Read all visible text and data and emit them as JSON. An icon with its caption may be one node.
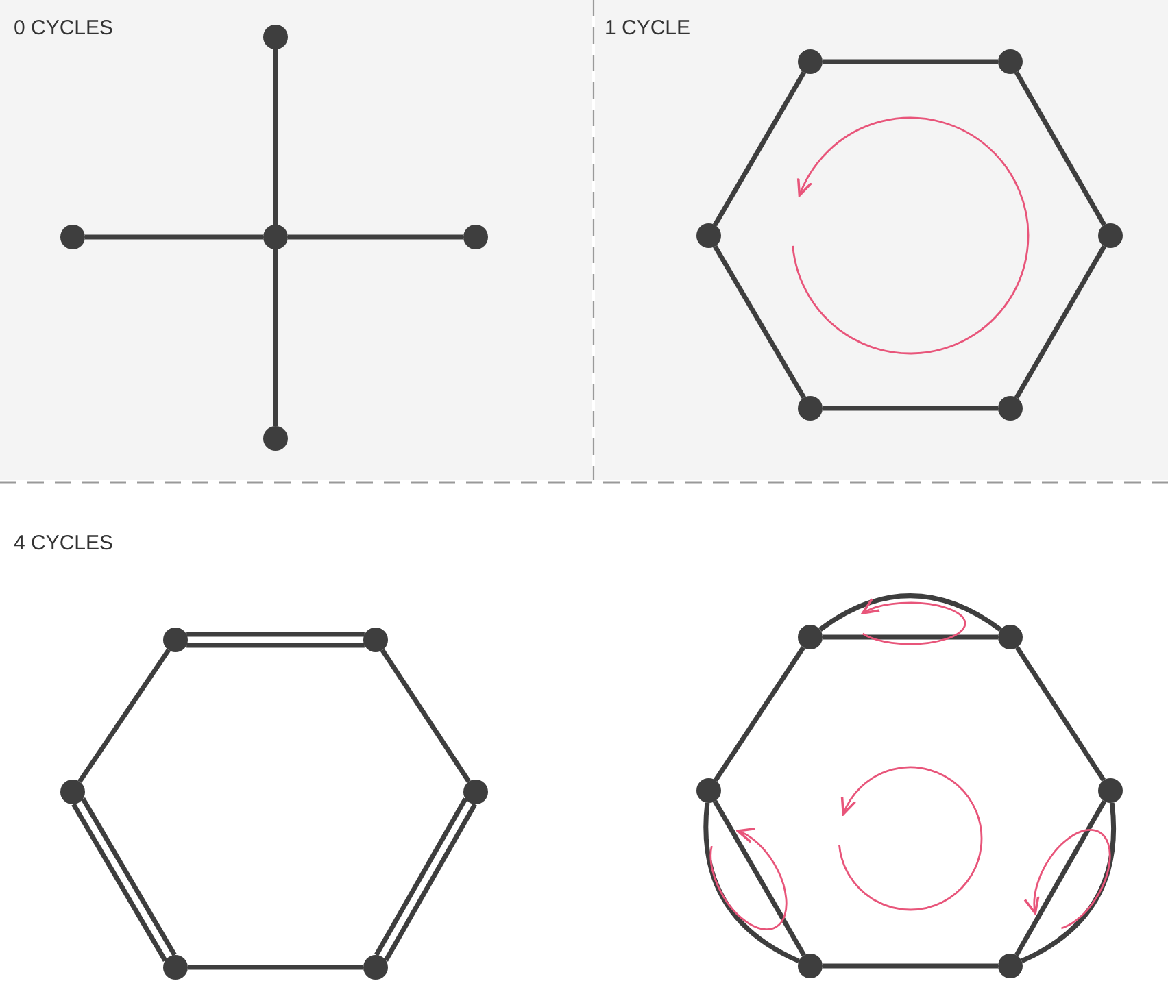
{
  "diagram": {
    "nodes": [
      {
        "text": [],
        "shape": "circle"
      },
      {
        "text": [],
        "shape": "circle"
      },
      {
        "text": [],
        "shape": "circle"
      },
      {
        "text": [],
        "shape": "circle"
      },
      {
        "text": [],
        "shape": "circle"
      },
      {
        "text": [],
        "shape": "circle"
      },
      {
        "text": [],
        "shape": "circle"
      },
      {
        "text": [],
        "shape": "circle"
      },
      {
        "text": [],
        "shape": "circle"
      },
      {
        "text": [],
        "shape": "circle"
      },
      {
        "text": [],
        "shape": "circle"
      },
      {
        "text": [],
        "shape": "circle"
      },
      {
        "text": [],
        "shape": "circle"
      },
      {
        "text": [],
        "shape": "circle"
      },
      {
        "text": [],
        "shape": "circle"
      },
      {
        "text": [],
        "shape": "circle"
      },
      {
        "text": [],
        "shape": "circle"
      },
      {
        "text": [],
        "shape": "circle"
      },
      {
        "text": [],
        "shape": "circle"
      },
      {
        "text": [],
        "shape": "circle"
      },
      {
        "text": [],
        "shape": "circle"
      },
      {
        "text": [],
        "shape": "circle"
      },
      {
        "text": [],
        "shape": "circle"
      }
    ],
    "edges": [
      {
        "from": 0,
        "to": 2,
        "arrow": "none"
      },
      {
        "from": 1,
        "to": 2,
        "arrow": "none"
      },
      {
        "from": 2,
        "to": 3,
        "arrow": "none"
      },
      {
        "from": 2,
        "to": 4,
        "arrow": "none"
      },
      {
        "from": 5,
        "to": 6,
        "arrow": "none"
      },
      {
        "from": 6,
        "to": 7,
        "arrow": "none"
      },
      {
        "from": 7,
        "to": 8,
        "arrow": "none"
      },
      {
        "from": 8,
        "to": 9,
        "arrow": "none"
      },
      {
        "from": 9,
        "to": 10,
        "arrow": "none"
      },
      {
        "from": 10,
        "to": 5,
        "arrow": "none"
      },
      {
        "from": 11,
        "to": 12,
        "arrow": "none"
      },
      {
        "from": 11,
        "to": 12,
        "arrow": "none"
      },
      {
        "from": 12,
        "to": 13,
        "arrow": "none"
      },
      {
        "from": 13,
        "to": 14,
        "arrow": "none"
      },
      {
        "from": 13,
        "to": 14,
        "arrow": "none"
      },
      {
        "from": 14,
        "to": 15,
        "arrow": "none"
      },
      {
        "from": 15,
        "to": 16,
        "arrow": "none"
      },
      {
        "from": 15,
        "to": 16,
        "arrow": "none"
      },
      {
        "from": 16,
        "to": 11,
        "arrow": "none"
      },
      {
        "from": 17,
        "to": 18,
        "arrow": "none"
      },
      {
        "from": 17,
        "to": 18,
        "arrow": "none"
      },
      {
        "from": 18,
        "to": 19,
        "arrow": "none"
      },
      {
        "from": 19,
        "to": 20,
        "arrow": "none"
      },
      {
        "from": 19,
        "to": 20,
        "arrow": "none"
      },
      {
        "from": 20,
        "to": 21,
        "arrow": "none"
      },
      {
        "from": 21,
        "to": 22,
        "arrow": "none"
      },
      {
        "from": 21,
        "to": 22,
        "arrow": "none"
      },
      {
        "from": 22,
        "to": 17,
        "arrow": "none"
      }
    ],
    "labels": [
      "0 CYCLES",
      "1 CYCLE",
      "4 CYCLES"
    ]
  }
}
